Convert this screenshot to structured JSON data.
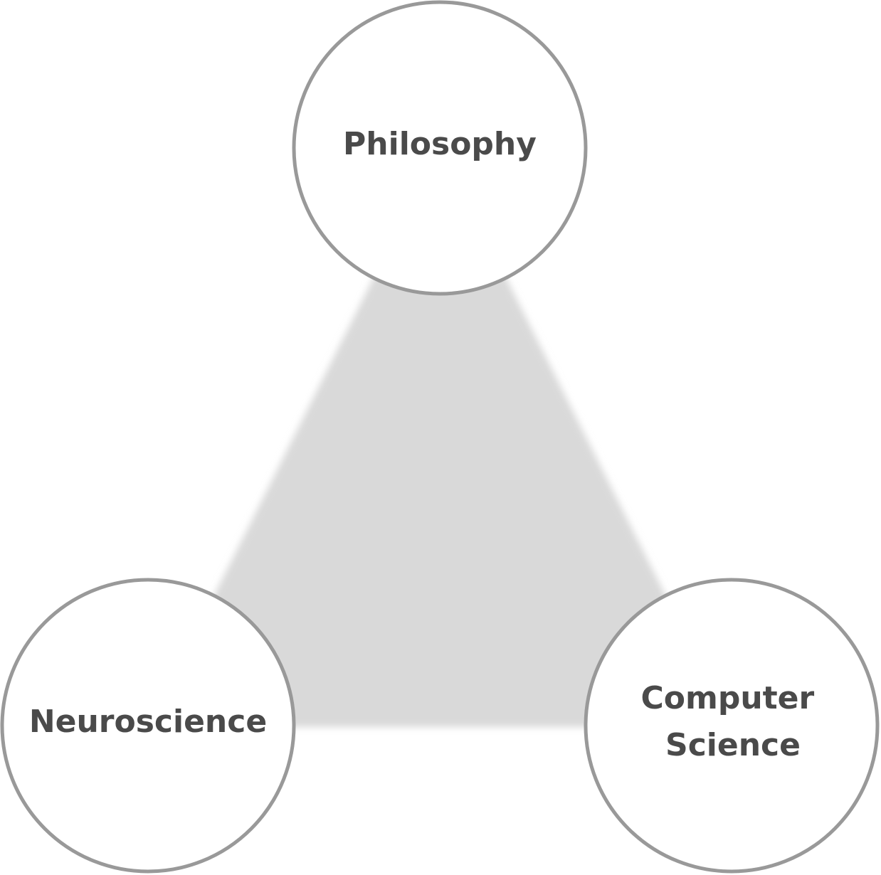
{
  "colors": {
    "background": "#ffffff",
    "triangle_fill": "#d9d9d9",
    "circle_fill": "#ffffff",
    "circle_stroke": "#999999",
    "label_text": "#4a4a4a"
  },
  "nodes": {
    "top": {
      "label": "Philosophy"
    },
    "bottom_left": {
      "label": "Neuroscience"
    },
    "bottom_right": {
      "lines": [
        "Computer",
        "Science"
      ]
    }
  }
}
